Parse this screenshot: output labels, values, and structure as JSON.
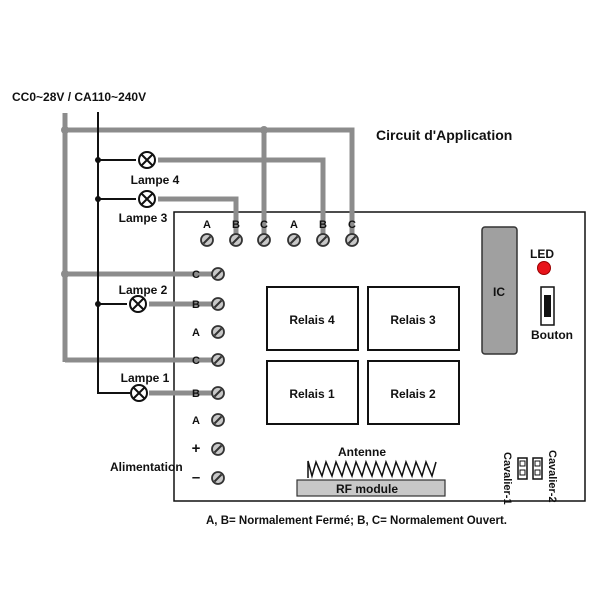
{
  "supply_label": "CC0~28V / CA110~240V",
  "title": "Circuit d'Application",
  "lamps": [
    {
      "label": "Lampe 4"
    },
    {
      "label": "Lampe 3"
    },
    {
      "label": "Lampe 2"
    },
    {
      "label": "Lampe 1"
    }
  ],
  "top_terminals": [
    "A",
    "B",
    "C",
    "A",
    "B",
    "C"
  ],
  "left_terminals": [
    "C",
    "B",
    "A",
    "C",
    "B",
    "A",
    "+",
    "–"
  ],
  "power_label": "Alimentation",
  "relays": [
    {
      "label": "Relais 4"
    },
    {
      "label": "Relais 3"
    },
    {
      "label": "Relais 1"
    },
    {
      "label": "Relais 2"
    }
  ],
  "ic_label": "IC",
  "led_label": "LED",
  "led_color": "#e8131a",
  "button_label": "Bouton",
  "antenna_label": "Antenne",
  "rf_module_label": "RF module",
  "jumpers": [
    {
      "label": "Cavalier-1"
    },
    {
      "label": "Cavalier-2"
    }
  ],
  "footnote": "A, B= Normalement Fermé; B, C= Normalement Ouvert.",
  "colors": {
    "wire_gray": "#8c8c8c",
    "wire_black": "#111111",
    "ic_fill": "#a0a0a0",
    "rf_fill": "#c8c8c8"
  }
}
